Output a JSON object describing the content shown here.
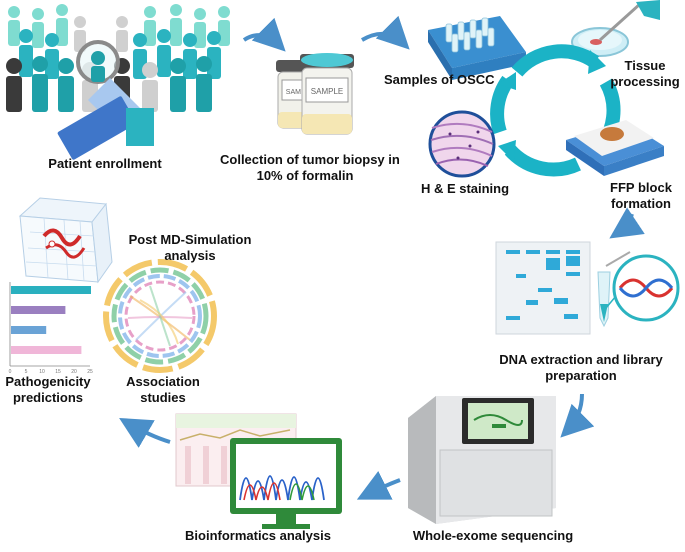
{
  "steps": {
    "patient_enrollment": {
      "label": "Patient enrollment"
    },
    "biopsy": {
      "line1": "Collection of tumor biopsy in",
      "line2": "10% of formalin",
      "jar_text": "SAMPLE"
    },
    "samples": {
      "label": "Samples of OSCC"
    },
    "tissue": {
      "line1": "Tissue",
      "line2": "processing"
    },
    "he": {
      "label": "H & E staining"
    },
    "ffp": {
      "line1": "FFP block",
      "line2": "formation"
    },
    "dna": {
      "line1": "DNA extraction and library",
      "line2": "preparation"
    },
    "wes": {
      "label": "Whole-exome sequencing"
    },
    "bioinfo": {
      "label": "Bioinformatics analysis"
    },
    "path": {
      "line1": "Pathogenicity",
      "line2": "predictions"
    },
    "assoc": {
      "line1": "Association",
      "line2": "studies"
    },
    "md": {
      "line1": "Post MD-Simulation",
      "line2": "analysis"
    }
  },
  "colors": {
    "teal": "#2bb3c0",
    "arrow_blue": "#4a8fc9",
    "cycle_teal": "#1bb3c6",
    "monitor_green": "#2f8a3a"
  },
  "chart_data": {
    "type": "bar",
    "categories": [
      "",
      "",
      "",
      ""
    ],
    "values": [
      25,
      17,
      11,
      22
    ],
    "xticks": [
      "0",
      "5",
      "10",
      "15",
      "20",
      "25"
    ],
    "xlim": [
      0,
      25
    ]
  }
}
